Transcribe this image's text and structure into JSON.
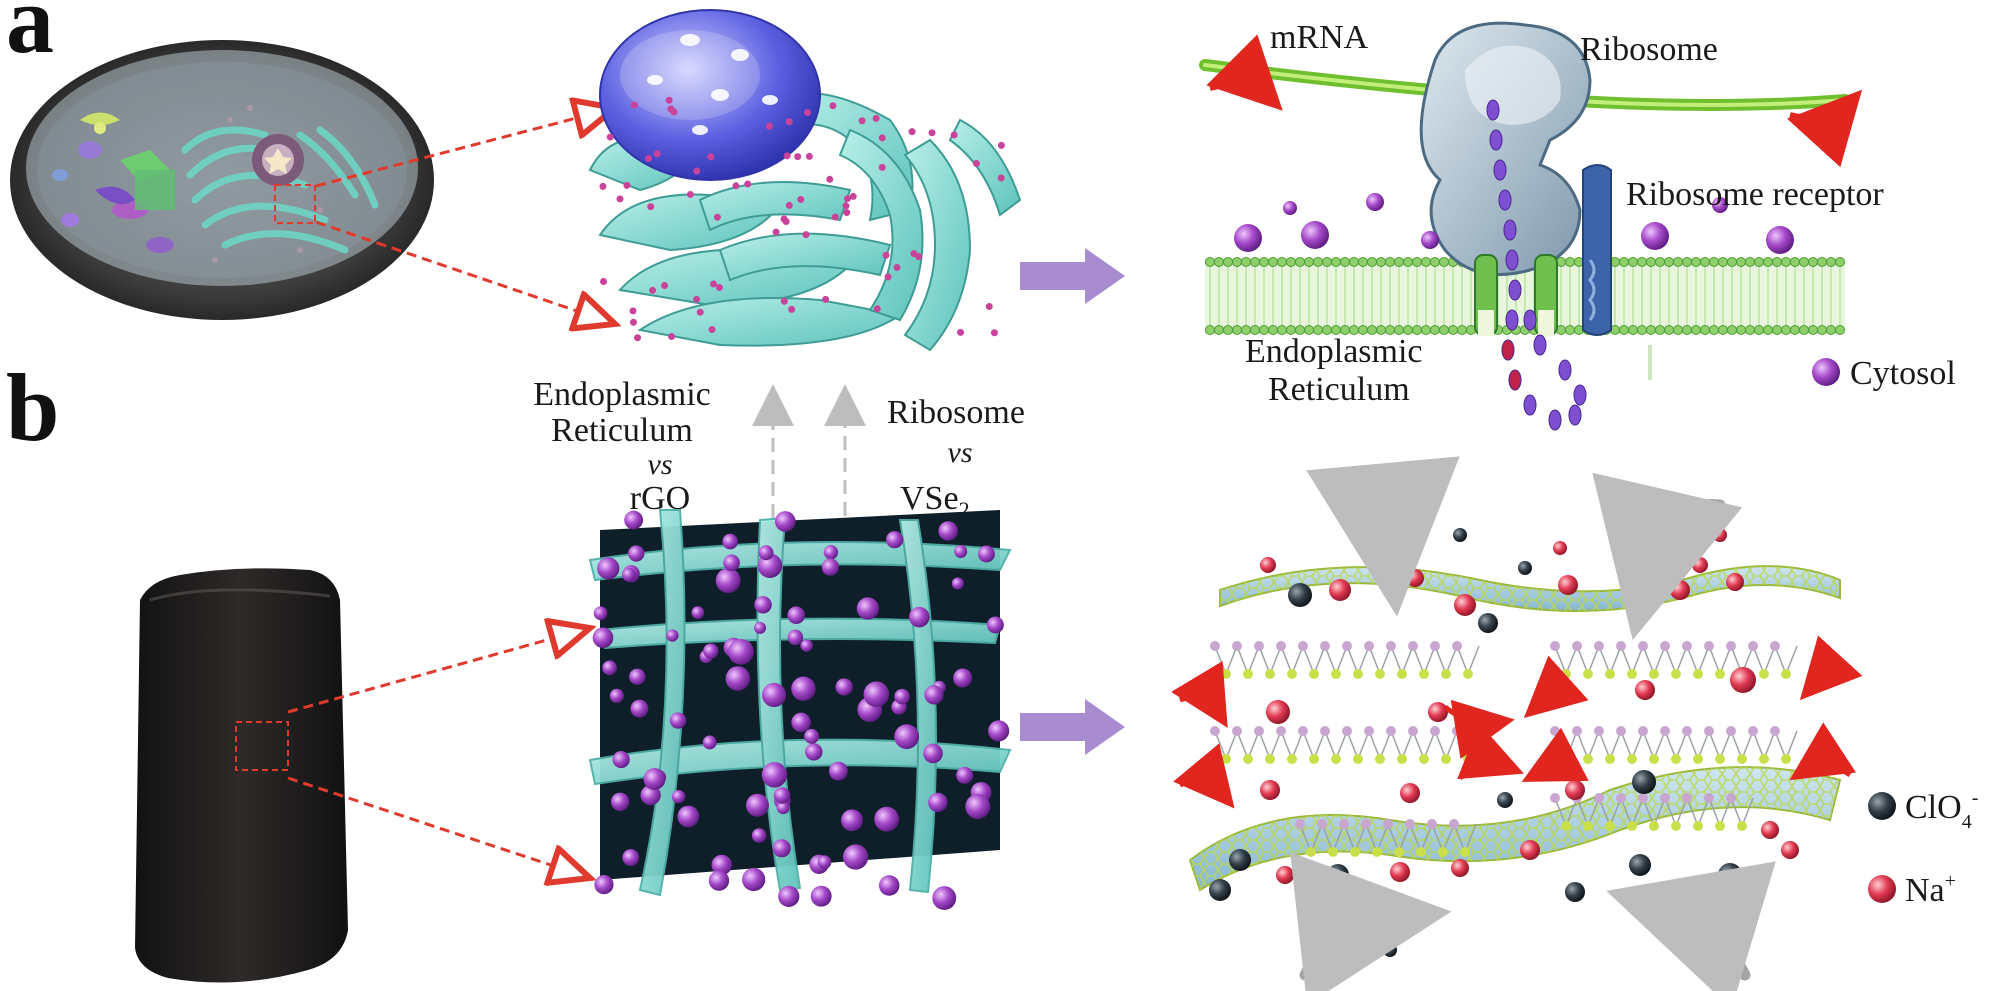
{
  "panels": {
    "a": "a",
    "b": "b"
  },
  "center_labels": {
    "left_line1": "Endoplasmic",
    "left_line2": "Reticulum",
    "left_vs": "vs",
    "left_line4": "rGO",
    "right_line1": "Ribosome",
    "right_vs": "vs",
    "right_line3_base": "VSe",
    "right_line3_sub": "2"
  },
  "panel_a_labels": {
    "mrna": "mRNA",
    "ribosome": "Ribosome",
    "ribosome_receptor": "Ribosome receptor",
    "er_line1": "Endoplasmic",
    "er_line2": "Reticulum",
    "cytosol": "Cytosol"
  },
  "panel_b_legend": {
    "clo4_base": "ClO",
    "clo4_sub": "4",
    "clo4_sup": "-",
    "na_base": "Na",
    "na_sup": "+"
  },
  "colors": {
    "cytosol_ball": "#9b3fc0",
    "na_ball": "#d8344a",
    "clo4_ball": "#2a3236",
    "sheet": "#8fe0d8",
    "membrane": "#a9d98b",
    "mrna": "#8fd24a",
    "red_arrow": "#e0261e",
    "big_arrow": "#a98bd0"
  }
}
